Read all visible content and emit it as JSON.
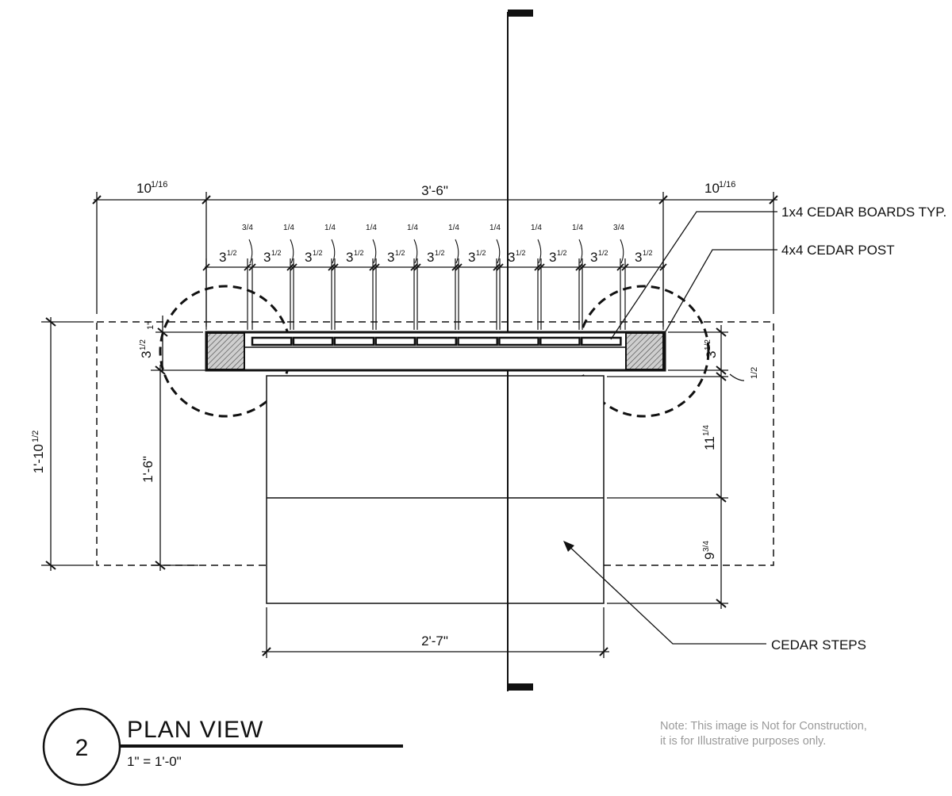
{
  "dimensions": {
    "left_offset": "10",
    "left_offset_frac": "1/16",
    "overall_width": "3'-6\"",
    "right_offset": "10",
    "right_offset_frac": "1/16",
    "board_width": "3",
    "board_width_frac": "1/2",
    "gap_end": "3/4",
    "gap_mid": "1/4",
    "post_depth": "3",
    "post_depth_frac": "1/2",
    "top_gap": "1\"",
    "right_post_depth": "3",
    "right_post_depth_frac": "1/2",
    "right_gap": "1/2",
    "overall_depth": "1'-10",
    "overall_depth_frac": "1/2",
    "step_depth": "1'-6\"",
    "right_upper": "11",
    "right_upper_frac": "1/4",
    "right_lower": "9",
    "right_lower_frac": "3/4",
    "step_width": "2'-7\""
  },
  "callouts": {
    "boards": "1x4 CEDAR BOARDS TYP.",
    "post": "4x4 CEDAR POST",
    "steps": "CEDAR STEPS"
  },
  "title_block": {
    "number": "2",
    "title": "PLAN VIEW",
    "scale": "1\" = 1'-0\""
  },
  "disclaimer": {
    "line1": "Note: This image is Not for Construction,",
    "line2": "it is for Illustrative purposes only."
  }
}
